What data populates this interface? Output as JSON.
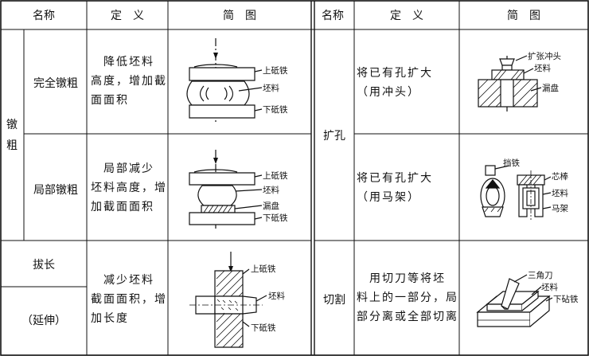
{
  "headers": {
    "left_name": "名称",
    "left_def": "定　义",
    "left_fig": "简　图",
    "right_name": "名称",
    "right_def": "定　义",
    "right_fig": "简　图"
  },
  "upsetting": {
    "group": [
      "镦",
      "粗"
    ],
    "full": {
      "name": "完全镦粗",
      "def": [
        "　降低坯料",
        "高度，增加截",
        "面面积"
      ],
      "labels": {
        "upper": "上砥铁",
        "blank": "坯料",
        "lower": "下砥铁"
      }
    },
    "partial": {
      "name": "局部镦粗",
      "def": [
        "　局部减少",
        "坯料高度，增",
        "加截面面积"
      ],
      "labels": {
        "upper": "上砥铁",
        "blank": "坯料",
        "tray": "漏盘",
        "lower": "下砥铁"
      }
    }
  },
  "drawing": {
    "name": "拔长",
    "alt": "（延伸）",
    "def": [
      "　减少坯料",
      "截面面积，增",
      "加长度"
    ],
    "labels": {
      "upper": "上砥铁",
      "blank": "坯料",
      "lower": "下砥铁"
    }
  },
  "expanding": {
    "name": "扩孔",
    "punch": {
      "def": [
        "将已有孔扩大",
        "（用冲头）"
      ],
      "labels": {
        "punch": "扩张冲头",
        "blank": "坯料",
        "tray": "漏盘"
      }
    },
    "mandrel": {
      "def": [
        "将已有孔扩大",
        "（用马架）"
      ],
      "labels": {
        "block": "挡铁",
        "core": "芯棒",
        "blank": "坯料",
        "saddle": "马架"
      }
    }
  },
  "cutting": {
    "name": "切割",
    "def": [
      "　用切刀等将坯",
      "料上的一部分，局",
      "部分离或全部切离"
    ],
    "labels": {
      "knife": "三角刀",
      "blank": "坯料",
      "lower": "下砧铁"
    }
  }
}
